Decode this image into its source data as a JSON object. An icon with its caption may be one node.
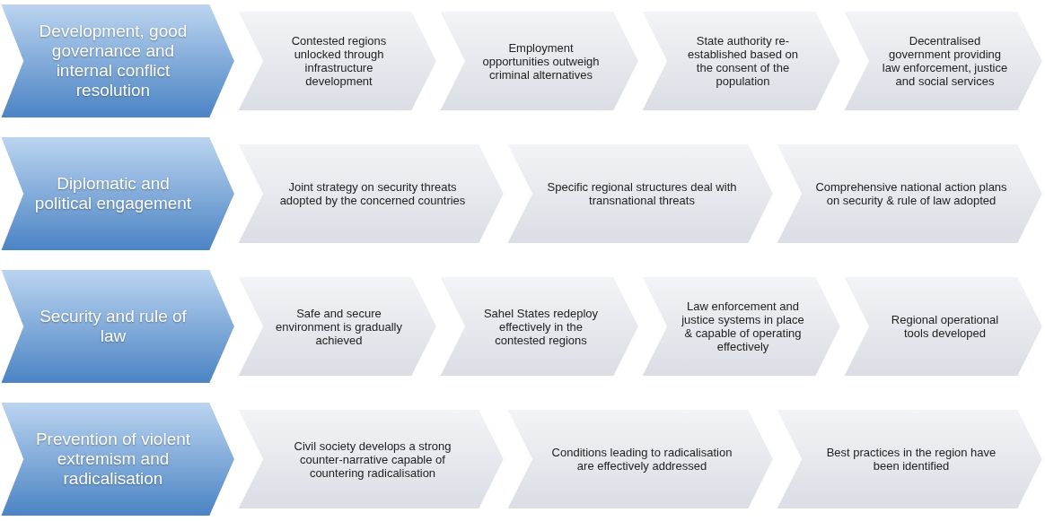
{
  "diagram": {
    "nodes": [
      {
        "text": [
          "Development, good governance and internal conflict resolution"
        ]
      },
      {
        "text": [
          "Contested regions unlocked through infrastructure development"
        ]
      },
      {
        "text": [
          "Employment opportunities outweigh criminal alternatives"
        ]
      },
      {
        "text": [
          "State authority re-established based on the consent of the population"
        ]
      },
      {
        "text": [
          "Decentralised government providing law enforcement, justice and social services"
        ]
      },
      {
        "text": [
          "Diplomatic and political engagement"
        ]
      },
      {
        "text": [
          "Joint strategy on security threats adopted by the concerned countries"
        ]
      },
      {
        "text": [
          "Specific regional structures deal with transnational threats"
        ]
      },
      {
        "text": [
          "Comprehensive national action plans on security & rule of law adopted"
        ]
      },
      {
        "text": [
          "Security and rule of law"
        ]
      },
      {
        "text": [
          "Safe and secure environment is gradually achieved"
        ]
      },
      {
        "text": [
          "Sahel States redeploy effectively in the contested regions"
        ]
      },
      {
        "text": [
          "Law enforcement and justice systems in place & capable of operating effectively"
        ]
      },
      {
        "text": [
          "Regional operational tools developed"
        ]
      },
      {
        "text": [
          "Prevention of violent extremism and radicalisation"
        ]
      },
      {
        "text": [
          "Civil society develops a strong counter-narrative capable of countering radicalisation"
        ]
      },
      {
        "text": [
          "Conditions leading to radicalisation are effectively addressed"
        ]
      },
      {
        "text": [
          "Best practices in the region have been identified"
        ]
      }
    ]
  }
}
